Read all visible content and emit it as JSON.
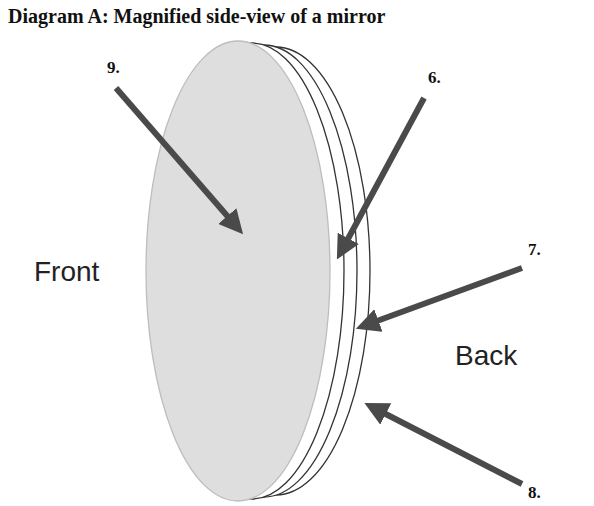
{
  "diagram": {
    "title": "Diagram A: Magnified side-view of a mirror",
    "labels": [
      "9.",
      "6.",
      "7.",
      "8.",
      "Front",
      "Back"
    ]
  }
}
